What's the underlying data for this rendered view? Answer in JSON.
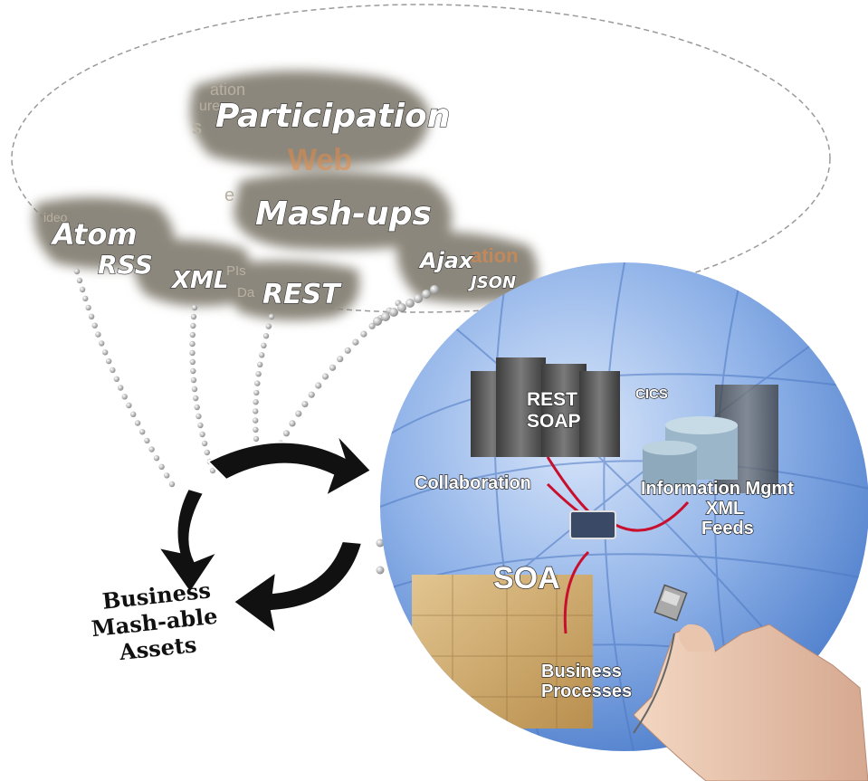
{
  "cloud_labels": {
    "participation": "Participation",
    "mashups": "Mash-ups",
    "atom": "Atom",
    "rss": "RSS",
    "xml": "XML",
    "rest": "REST",
    "ajax": "Ajax",
    "json": "JSON"
  },
  "cloud_fragments": {
    "ation": "ation",
    "ideo": "ideo",
    "pis": "PIs",
    "da": "Da",
    "web": "Web",
    "ation2": "ation",
    "ure": "ure",
    "s": "s",
    "e": "e"
  },
  "globe_labels": {
    "rest_soap_line1": "REST",
    "rest_soap_line2": "SOAP",
    "cics": "CICS",
    "collaboration": "Collaboration",
    "info_mgmt_line1": "Information Mgmt",
    "info_mgmt_line2": "XML",
    "info_mgmt_line3": "Feeds",
    "soa": "SOA",
    "business_processes_line1": "Business",
    "business_processes_line2": "Processes"
  },
  "assets_label": {
    "line1": "Business",
    "line2": "Mash-able",
    "line3": "Assets"
  },
  "colors": {
    "globe_blue": "#5f8fd6",
    "cloud_grey": "#8c877c",
    "accent_orange": "#e58a45",
    "network_red": "#c8102e"
  }
}
